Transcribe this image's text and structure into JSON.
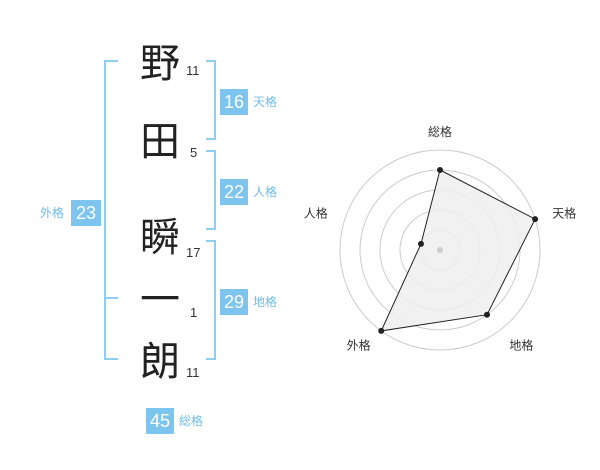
{
  "name": {
    "characters": [
      {
        "char": "野",
        "strokes": "11"
      },
      {
        "char": "田",
        "strokes": "5"
      },
      {
        "char": "瞬",
        "strokes": "17"
      },
      {
        "char": "一",
        "strokes": "1"
      },
      {
        "char": "朗",
        "strokes": "11"
      }
    ]
  },
  "fortunes": {
    "tenkaku": {
      "value": "16",
      "label": "天格"
    },
    "jinkaku": {
      "value": "22",
      "label": "人格"
    },
    "chikaku": {
      "value": "29",
      "label": "地格"
    },
    "gaikaku": {
      "value": "23",
      "label": "外格"
    },
    "soukaku": {
      "value": "45",
      "label": "総格"
    }
  },
  "chart_data": {
    "type": "radar",
    "axes": [
      "総格",
      "天格",
      "地格",
      "外格",
      "人格"
    ],
    "values": [
      4,
      5,
      4,
      5,
      1
    ],
    "max": 5,
    "rings": 5,
    "colors": {
      "fill": "#eeeeee",
      "stroke": "#222222",
      "grid": "#cccccc"
    }
  }
}
